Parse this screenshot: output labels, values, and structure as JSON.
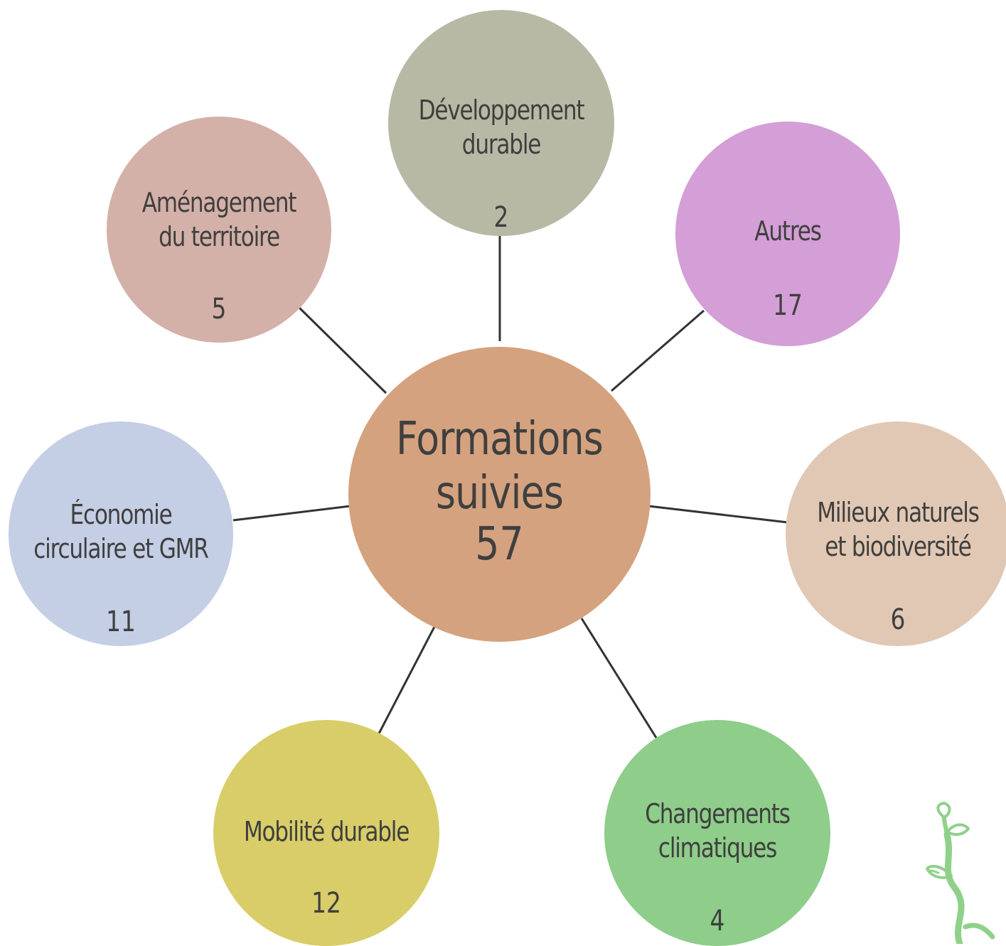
{
  "center": {
    "title": "Formations\nsuivies",
    "total": "57",
    "color": "#d4a27e"
  },
  "themes": [
    {
      "key": "developpement",
      "label": "Développement\ndurable",
      "count": "2",
      "color": "#b8b9a4"
    },
    {
      "key": "autres",
      "label": "Autres",
      "count": "17",
      "color": "#d49ed6"
    },
    {
      "key": "milieux",
      "label": "Milieux naturels\net biodiversité",
      "count": "6",
      "color": "#e1c8b4"
    },
    {
      "key": "changements",
      "label": "Changements\nclimatiques",
      "count": "4",
      "color": "#8ecd8a"
    },
    {
      "key": "mobilite",
      "label": "Mobilité durable",
      "count": "12",
      "color": "#d8cd68"
    },
    {
      "key": "economie",
      "label": "Économie\ncirculaire et GMR",
      "count": "11",
      "color": "#c4cee4"
    },
    {
      "key": "amenagement",
      "label": "Aménagement\ndu territoire",
      "count": "5",
      "color": "#d3b1a8"
    }
  ],
  "decoration": {
    "sprout_color": "#8fd18a"
  }
}
